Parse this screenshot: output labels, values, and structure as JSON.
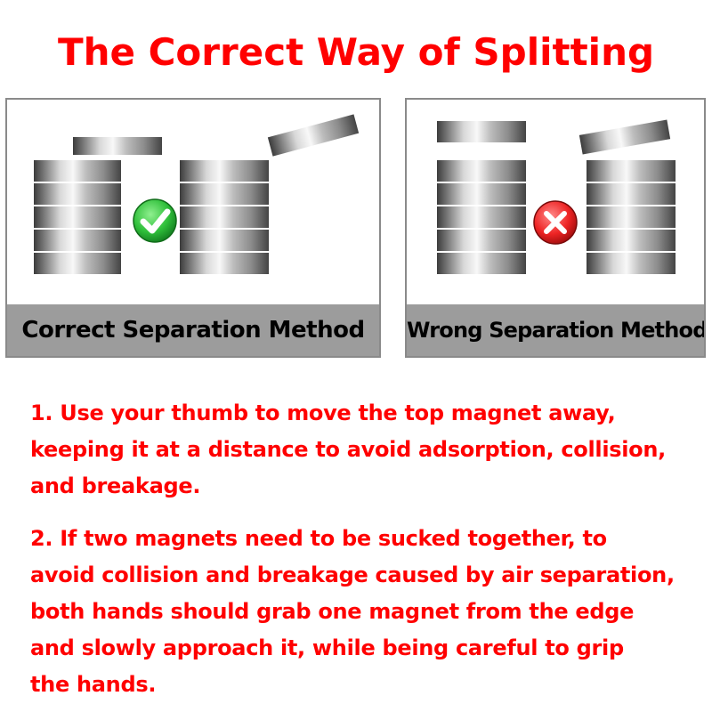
{
  "title": "The Correct Way of Splitting",
  "panels": {
    "correct": {
      "caption": "Correct Separation Method",
      "status_icon": "check-circle-icon",
      "status_color": "#22b14c"
    },
    "wrong": {
      "caption": "Wrong Separation Method",
      "status_icon": "x-circle-icon",
      "status_color": "#e81c24"
    }
  },
  "instructions": {
    "p1": [
      "1. Use your thumb to move the top magnet away,",
      "keeping it at a distance to avoid adsorption, collision,",
      "and breakage."
    ],
    "p2": [
      "2. If two magnets need to be sucked together, to",
      "avoid collision and breakage caused by air separation,",
      "both hands should grab one magnet from the edge",
      "and slowly approach it, while being careful to grip",
      "the hands."
    ]
  },
  "colors": {
    "text_red": "#ff0000",
    "caption_bg": "#9c9c9c",
    "panel_border": "#8a8a8a"
  }
}
